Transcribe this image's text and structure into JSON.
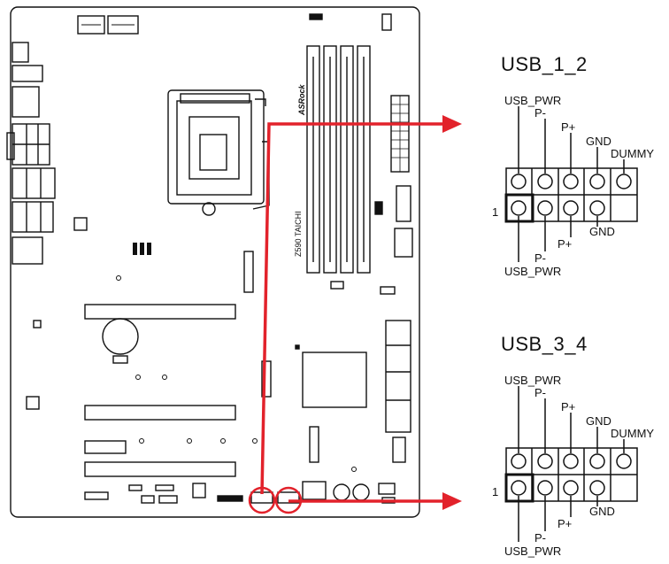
{
  "board": {
    "brand": "ASRock",
    "model": "Z590 TAICHI"
  },
  "headers": [
    {
      "title": "USB_1_2",
      "pin1_label": "1",
      "top_labels": [
        "USB_PWR",
        "P-",
        "P+",
        "GND",
        "DUMMY"
      ],
      "bottom_labels": [
        "GND",
        "P+",
        "P-",
        "USB_PWR"
      ]
    },
    {
      "title": "USB_3_4",
      "pin1_label": "1",
      "top_labels": [
        "USB_PWR",
        "P-",
        "P+",
        "GND",
        "DUMMY"
      ],
      "bottom_labels": [
        "GND",
        "P+",
        "P-",
        "USB_PWR"
      ]
    }
  ],
  "colors": {
    "highlight": "#e2222b",
    "line": "#111111"
  }
}
